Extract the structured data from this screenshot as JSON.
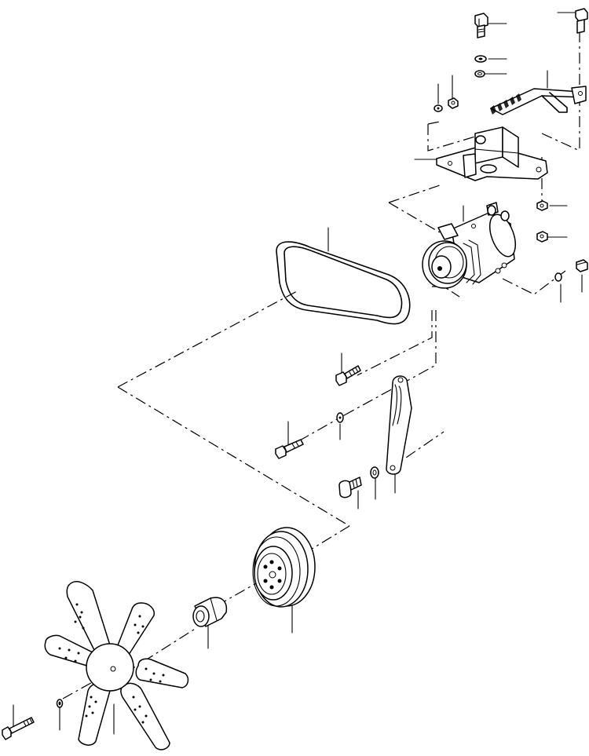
{
  "diagram": {
    "parts": [
      {
        "name": "bracket-bolt-top",
        "icon": "bolt-icon"
      },
      {
        "name": "tension-rod-bolt",
        "icon": "bolt-icon"
      },
      {
        "name": "lock-washer-top",
        "icon": "washer-icon"
      },
      {
        "name": "flat-washer-top",
        "icon": "washer-icon"
      },
      {
        "name": "adjusting-rod",
        "icon": "rod-icon"
      },
      {
        "name": "bracket-nut-left",
        "icon": "nut-icon"
      },
      {
        "name": "bracket-washer-left",
        "icon": "washer-icon"
      },
      {
        "name": "compressor-mounting-bracket",
        "icon": "bracket-icon"
      },
      {
        "name": "bracket-nut-right-upper",
        "icon": "nut-icon"
      },
      {
        "name": "bracket-nut-right-lower",
        "icon": "nut-icon"
      },
      {
        "name": "ac-compressor",
        "icon": "compressor-icon"
      },
      {
        "name": "compressor-washer",
        "icon": "washer-icon"
      },
      {
        "name": "compressor-bolt",
        "icon": "bolt-icon"
      },
      {
        "name": "drive-belt",
        "icon": "belt-icon"
      },
      {
        "name": "pivot-bolt",
        "icon": "bolt-icon"
      },
      {
        "name": "brace-bolt",
        "icon": "bolt-icon"
      },
      {
        "name": "brace-washer",
        "icon": "washer-icon"
      },
      {
        "name": "brace-strap",
        "icon": "strap-icon"
      },
      {
        "name": "strap-bolt",
        "icon": "bolt-icon"
      },
      {
        "name": "strap-washer",
        "icon": "washer-icon"
      },
      {
        "name": "crankshaft-pulley",
        "icon": "pulley-icon"
      },
      {
        "name": "fan-spacer",
        "icon": "spacer-icon"
      },
      {
        "name": "cooling-fan",
        "icon": "fan-icon"
      },
      {
        "name": "fan-bolt",
        "icon": "bolt-icon"
      },
      {
        "name": "fan-lock-washer",
        "icon": "washer-icon"
      }
    ],
    "colors": {
      "line": "#000000",
      "background": "#ffffff"
    }
  }
}
